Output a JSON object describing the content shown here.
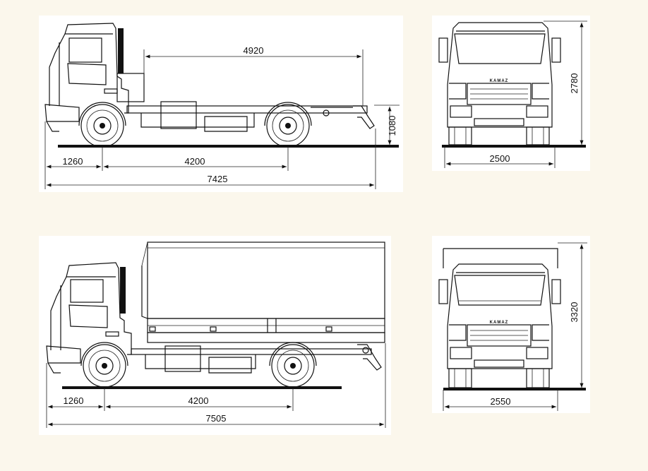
{
  "diagrams": {
    "chassis_side": {
      "dims": {
        "d4920": "4920",
        "d1260": "1260",
        "d4200": "4200",
        "d7425": "7425",
        "d1080": "1080"
      }
    },
    "chassis_front": {
      "dims": {
        "d2780": "2780",
        "d2500": "2500"
      },
      "grille_badge": "KAMAZ"
    },
    "flatbed_side": {
      "dims": {
        "d1260": "1260",
        "d4200": "4200",
        "d7505": "7505"
      }
    },
    "flatbed_front": {
      "dims": {
        "d3320": "3320",
        "d2550": "2550"
      },
      "grille_badge": "KAMAZ"
    }
  },
  "colors": {
    "background": "#fbf7ec",
    "panel": "#ffffff",
    "ink": "#111111"
  }
}
